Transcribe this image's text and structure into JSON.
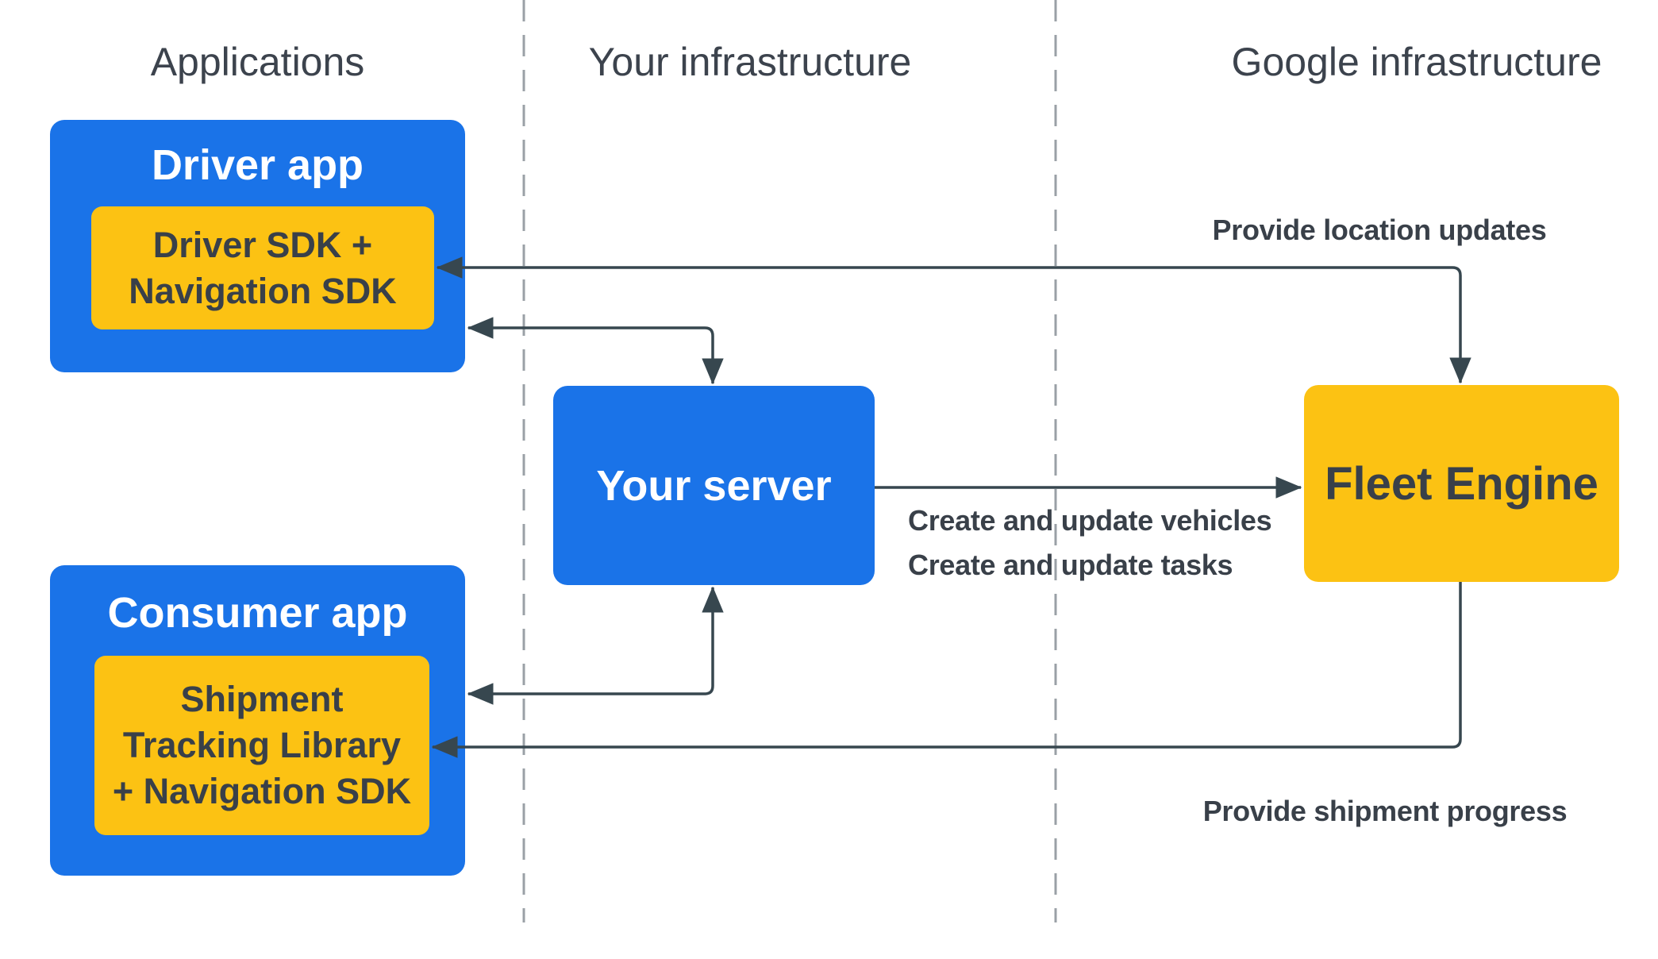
{
  "diagram": {
    "columns": [
      {
        "label": "Applications"
      },
      {
        "label": "Your infrastructure"
      },
      {
        "label": "Google infrastructure"
      }
    ],
    "nodes": {
      "driver_app": {
        "title": "Driver app",
        "sdk": "Driver SDK +\nNavigation SDK"
      },
      "consumer_app": {
        "title": "Consumer app",
        "sdk": "Shipment\nTracking Library\n+ Navigation SDK"
      },
      "your_server": {
        "title": "Your server"
      },
      "fleet_engine": {
        "title": "Fleet Engine"
      }
    },
    "edges": {
      "location_updates": {
        "label": "Provide location updates"
      },
      "create_update": {
        "label": "Create and update vehicles\nCreate and update tasks"
      },
      "shipment_progress": {
        "label": "Provide shipment progress"
      }
    },
    "colors": {
      "app_blue": "#1A73E8",
      "sdk_yellow": "#FCC213",
      "connector": "#37474F",
      "dark_text": "#394049",
      "header_text": "#3C434D",
      "divider_gray": "#9AA0A6",
      "white_text": "#FFFFFF",
      "background": "#FFFFFF"
    }
  }
}
